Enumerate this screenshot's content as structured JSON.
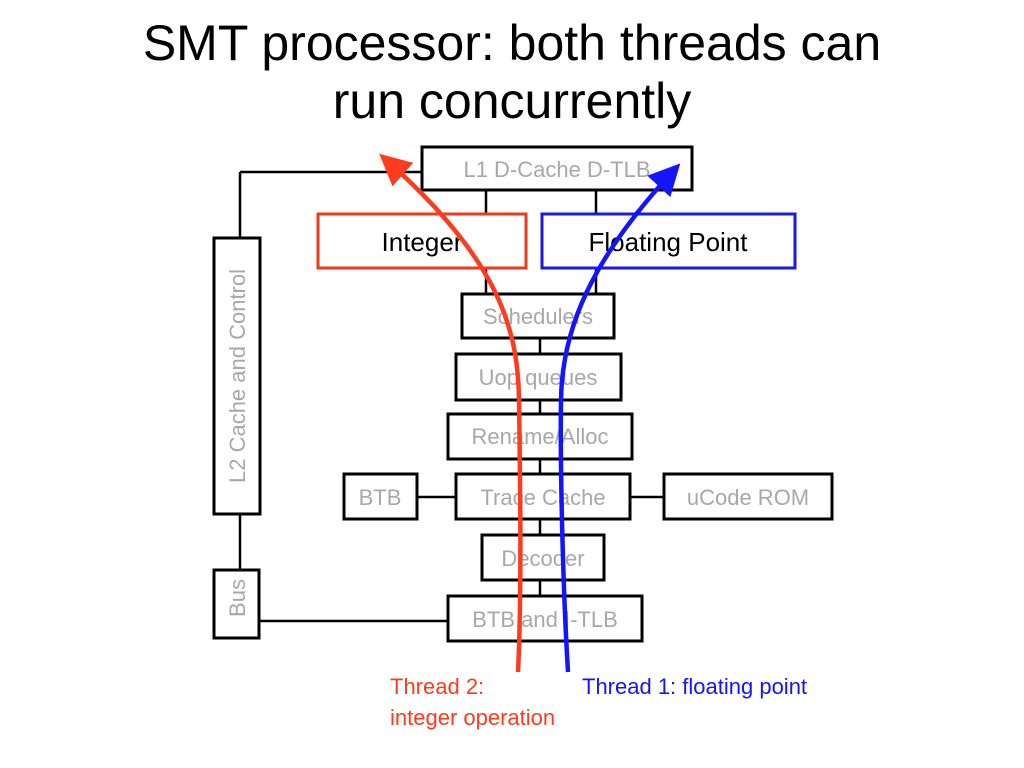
{
  "title": {
    "line1": "SMT processor: both threads can",
    "line2": "run concurrently"
  },
  "boxes": {
    "l1": "L1 D-Cache D-TLB",
    "integer": "Integer",
    "floating_point": "Floating Point",
    "schedulers": "Schedulers",
    "uop_queues": "Uop queues",
    "rename_alloc": "Rename/Alloc",
    "btb": "BTB",
    "trace_cache": "Trace Cache",
    "ucode_rom": "uCode ROM",
    "decoder": "Decoder",
    "btb_itlb": "BTB and I-TLB",
    "l2": "L2 Cache and Control",
    "bus": "Bus"
  },
  "legend": {
    "thread2_line1": "Thread 2:",
    "thread2_line2": "integer operation",
    "thread1": "Thread 1: floating point"
  },
  "colors": {
    "thread2": "#ff3b1f",
    "thread1": "#1414ff",
    "box_border": "#000000",
    "box_text": "#a8a8a8",
    "integer_border": "#ee3b1f",
    "fp_border": "#1a1ae0"
  }
}
